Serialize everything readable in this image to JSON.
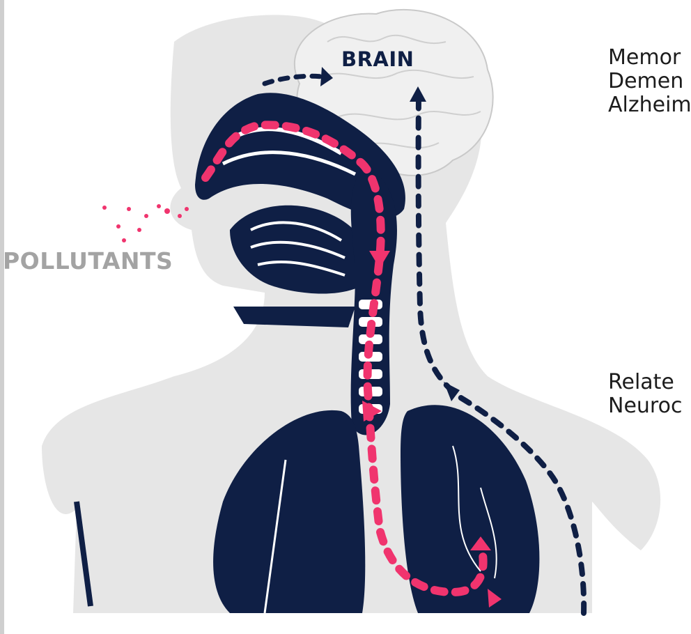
{
  "diagram": {
    "labels": {
      "brain": "BRAIN",
      "pollutants": "POLLUTANTS"
    },
    "effects_top": [
      "Memor",
      "Demen",
      "Alzheim"
    ],
    "effects_bottom": [
      "Relate",
      "Neuroc"
    ],
    "colors": {
      "silhouette": "#e6e6e6",
      "anatomy": "#0f1f45",
      "brain": "#f0f0f0",
      "pollutant_path": "#f0346e",
      "text": "#1c1c1c",
      "label_muted": "#a3a3a3"
    }
  }
}
